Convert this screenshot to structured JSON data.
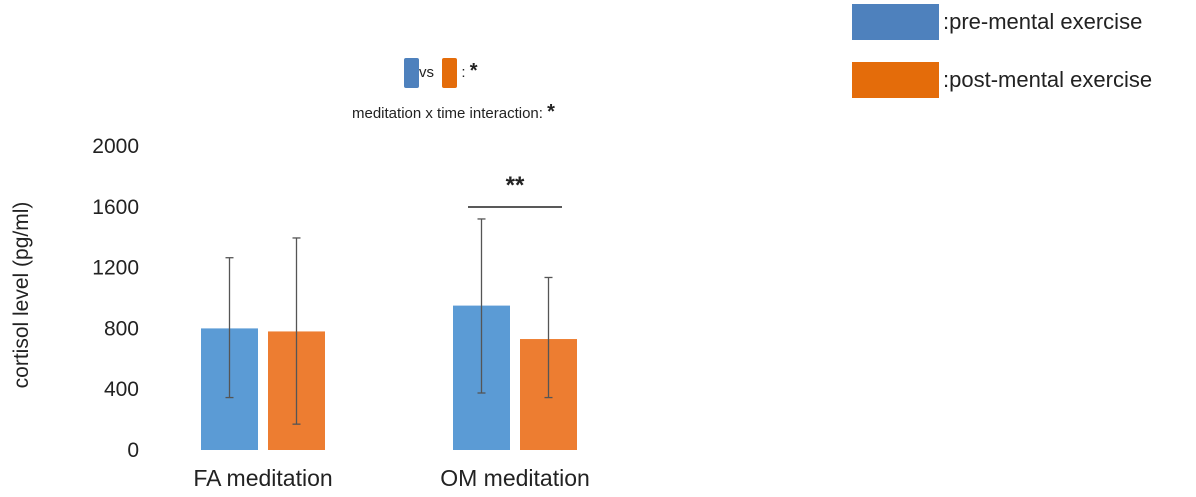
{
  "legend": [
    {
      "label": ":pre-mental exercise",
      "color": "#4e81bd"
    },
    {
      "label": ":post-mental exercise",
      "color": "#e46c0a"
    }
  ],
  "comparison": {
    "vs": "vs",
    "colon": ":",
    "star": "*",
    "interaction_label": "meditation  x time interaction:",
    "interaction_star": "*"
  },
  "chart_data": {
    "type": "bar",
    "ylabel": "cortisol level (pg/ml)",
    "ylim": [
      0,
      2000
    ],
    "yticks": [
      "0",
      "400",
      "800",
      "1200",
      "1600",
      "2000"
    ],
    "categories": [
      "FA  meditation",
      "OM meditation"
    ],
    "series": [
      {
        "name": "pre-mental exercise",
        "color": "#5b9bd5",
        "values": [
          800,
          950
        ],
        "err_low": [
          345,
          375
        ],
        "err_high": [
          1265,
          1520
        ]
      },
      {
        "name": "post-mental exercise",
        "color": "#ed7d31",
        "values": [
          780,
          730
        ],
        "err_low": [
          170,
          345
        ],
        "err_high": [
          1395,
          1135
        ]
      }
    ],
    "significance": [
      {
        "category": 1,
        "label": "**"
      }
    ]
  }
}
